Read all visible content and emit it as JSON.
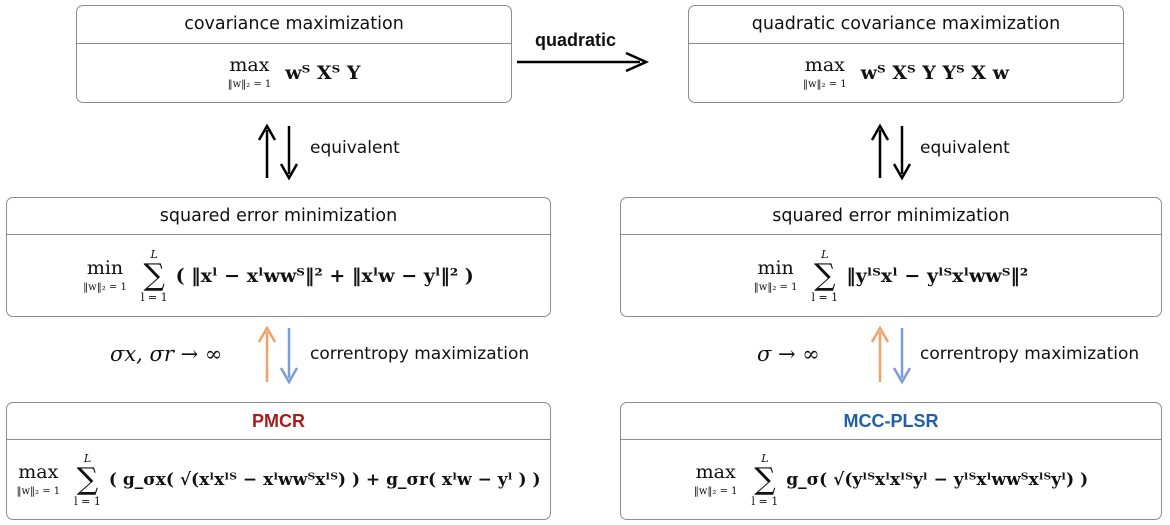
{
  "boxes": {
    "cov": {
      "title": "covariance maximization",
      "op": "max",
      "constraint": "‖w‖₂ = 1",
      "expr": "wᵀ Xᵀ Y"
    },
    "qcov": {
      "title": "quadratic covariance maximization",
      "op": "max",
      "constraint": "‖w‖₂ = 1",
      "expr": "wᵀ Xᵀ Y Yᵀ X w"
    },
    "sq_left": {
      "title": "squared error minimization",
      "op": "min",
      "constraint": "‖w‖₂ = 1",
      "sum_upper": "L",
      "sum_lower": "l = 1",
      "expr": "( ‖xˡ − xˡwwᵀ‖² + ‖xˡw − yˡ‖² )"
    },
    "sq_right": {
      "title": "squared error minimization",
      "op": "min",
      "constraint": "‖w‖₂ = 1",
      "sum_upper": "L",
      "sum_lower": "l = 1",
      "expr": "‖yˡᵀxˡ − yˡᵀxˡwwᵀ‖²"
    },
    "pmcr": {
      "title": "PMCR",
      "title_color": "#a51d1d",
      "op": "max",
      "constraint": "‖w‖₂ = 1",
      "sum_upper": "L",
      "sum_lower": "l = 1",
      "expr": "( g_σx( √(xˡxˡᵀ − xˡwwᵀxˡᵀ) ) + g_σr( xˡw − yˡ ) )"
    },
    "mcc": {
      "title": "MCC-PLSR",
      "title_color": "#1f5fa8",
      "op": "max",
      "constraint": "‖w‖₂ = 1",
      "sum_upper": "L",
      "sum_lower": "l = 1",
      "expr": "g_σ( √(yˡᵀxˡxˡᵀyˡ − yˡᵀxˡwwᵀxˡᵀyˡ) )"
    }
  },
  "labels": {
    "quadratic": "quadratic",
    "equivalent_left": "equivalent",
    "equivalent_right": "equivalent",
    "corr_left": "correntropy maximization",
    "corr_right": "correntropy maximization",
    "limit_left": "σx, σr → ∞",
    "limit_right": "σ → ∞"
  },
  "colors": {
    "box_border": "#8c8c8c",
    "arrow_black": "#000000",
    "arrow_orange": "#f4a06a",
    "arrow_blue": "#7d9bd6",
    "pmcr_title": "#a51d1d",
    "mcc_title": "#1f5fa8"
  }
}
